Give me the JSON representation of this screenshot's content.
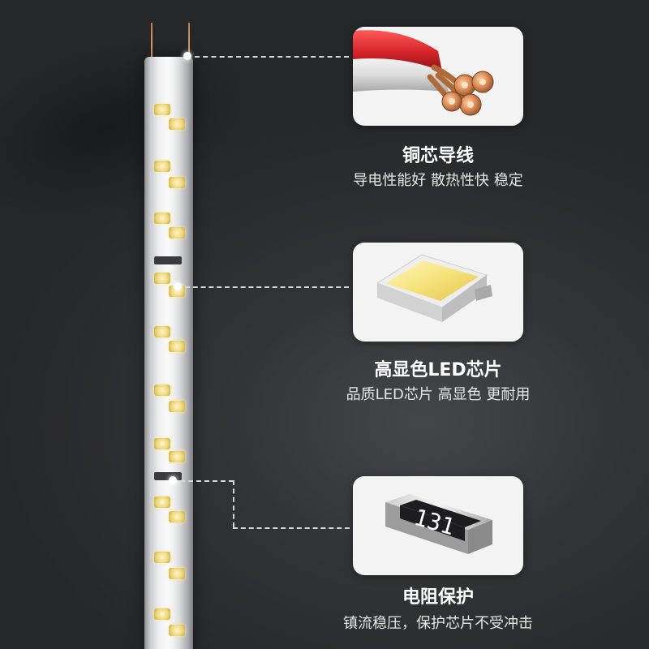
{
  "features": [
    {
      "title": "铜芯导线",
      "subtitle": "导电性能好 散热性快 稳定",
      "icon": "copper-wire-icon"
    },
    {
      "title": "高显色LED芯片",
      "subtitle": "品质LED芯片 高显色 更耐用",
      "icon": "led-chip-icon"
    },
    {
      "title": "电阻保护",
      "subtitle": "镇流稳压，保护芯片不受冲击",
      "icon": "resistor-icon",
      "resistor_code": "131"
    }
  ],
  "colors": {
    "copper": "#c8784a",
    "red_insulation": "#d9262c",
    "led_yellow": "#f6e27a",
    "resistor_body": "#1d1d1f"
  }
}
